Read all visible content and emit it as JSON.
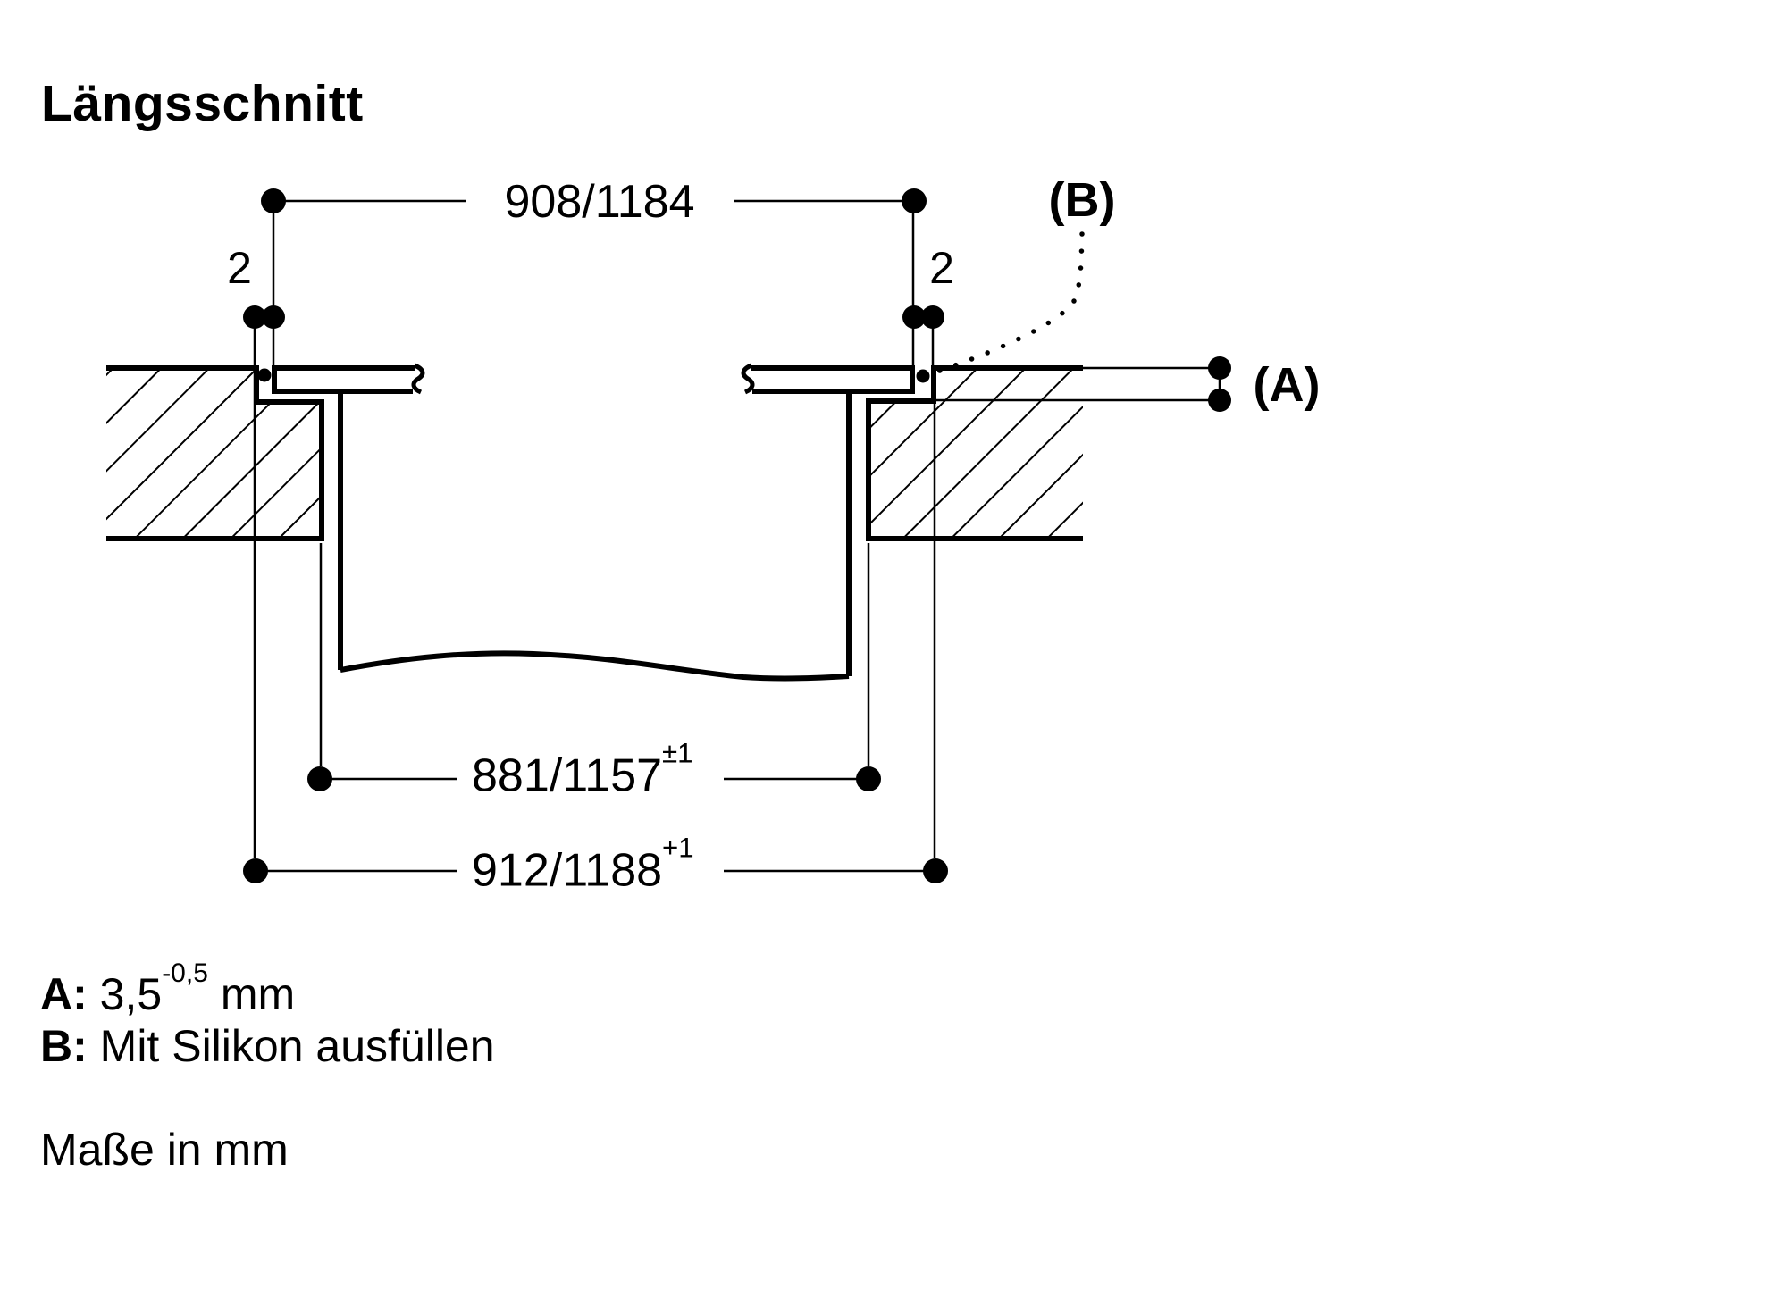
{
  "colors": {
    "ink": "#000000",
    "background": "#ffffff"
  },
  "title": "Längsschnitt",
  "dimensions": {
    "glass_width": "908/1184",
    "joint_gap_left": "2",
    "joint_gap_right": "2",
    "cutout_width": "881/1157",
    "cutout_width_tolerance": "±1",
    "recess_width": "912/1188",
    "recess_width_tolerance": "+1"
  },
  "callouts": {
    "a_label": "(A)",
    "b_label": "(B)"
  },
  "legend": {
    "a_key": "A:",
    "a_value": "3,5",
    "a_tolerance": "-0,5",
    "a_unit": "mm",
    "b_key": "B:",
    "b_text": "Mit Silikon ausfüllen"
  },
  "footnote": "Maße in mm"
}
